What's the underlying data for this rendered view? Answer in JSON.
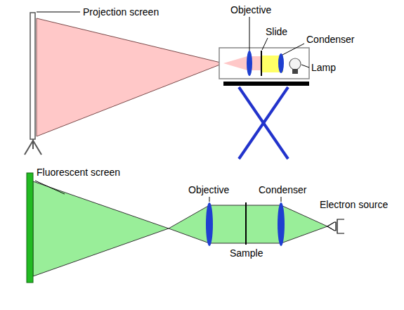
{
  "diagram": {
    "labels": [
      "Projection screen",
      "Objective",
      "Slide",
      "Condenser",
      "Lamp",
      "Fluorescent screen",
      "Objective",
      "Condenser",
      "Electron source",
      "Sample"
    ]
  }
}
